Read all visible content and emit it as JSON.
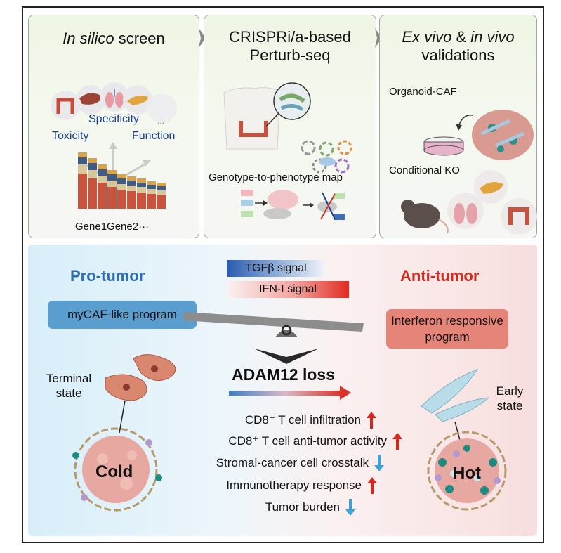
{
  "panels": {
    "screen": {
      "title_italic": "In silico",
      "title_rest": " screen",
      "labels": {
        "toxicity": "Toxicity",
        "specificity": "Specificity",
        "function": "Function"
      },
      "organ_more": "...",
      "genes": "Gene1Gene2···"
    },
    "perturb": {
      "title_line1": "CRISPRi/a-based",
      "title_line2": "Perturb-seq",
      "map_label": "Genotype-to-phenotype map"
    },
    "validation": {
      "title_italic1": "Ex vivo",
      "title_mid": " & ",
      "title_italic2": "in vivo",
      "title_line2": "validations",
      "organoid_label": "Organoid-CAF",
      "ko_label": "Conditional KO"
    }
  },
  "bottom": {
    "pro_tumor": "Pro-tumor",
    "anti_tumor": "Anti-tumor",
    "tgf_signal": "TGFβ signal",
    "ifn_signal": "IFN-I signal",
    "mycaf": "myCAF-like program",
    "ifn_program_line1": "Interferon responsive",
    "ifn_program_line2": "program",
    "loss": "ADAM12 loss",
    "terminal_line1": "Terminal",
    "terminal_line2": "state",
    "early_line1": "Early",
    "early_line2": "state",
    "cold": "Cold",
    "hot": "Hot",
    "effects": [
      {
        "text": "CD8⁺ T cell infiltration",
        "direction": "up"
      },
      {
        "text": "CD8⁺ T cell anti-tumor activity",
        "direction": "up"
      },
      {
        "text": "Stromal-cancer cell crosstalk",
        "direction": "down"
      },
      {
        "text": "Immunotherapy response",
        "direction": "up"
      },
      {
        "text": "Tumor burden",
        "direction": "down"
      }
    ]
  },
  "colors": {
    "pro": "#2d70b3",
    "anti": "#d4291f",
    "up_arrow": "#d9261c",
    "down_arrow": "#3ba3db"
  }
}
